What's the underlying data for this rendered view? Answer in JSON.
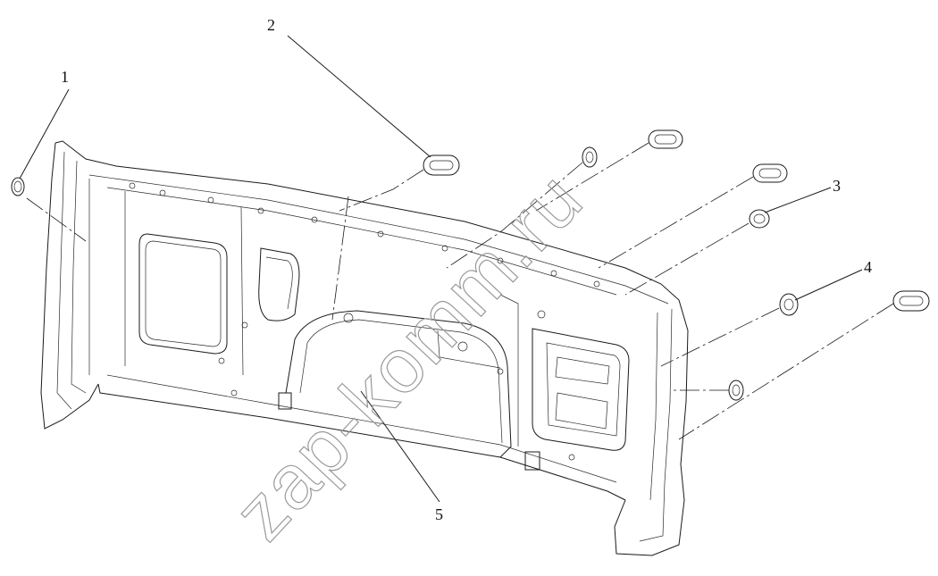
{
  "diagram": {
    "callouts": [
      {
        "id": "1",
        "label": "1"
      },
      {
        "id": "2",
        "label": "2"
      },
      {
        "id": "3",
        "label": "3"
      },
      {
        "id": "4",
        "label": "4"
      },
      {
        "id": "5",
        "label": "5"
      }
    ],
    "watermark": "zap-komm.ru",
    "line_color": "#1a1a1a",
    "background": "#ffffff"
  }
}
